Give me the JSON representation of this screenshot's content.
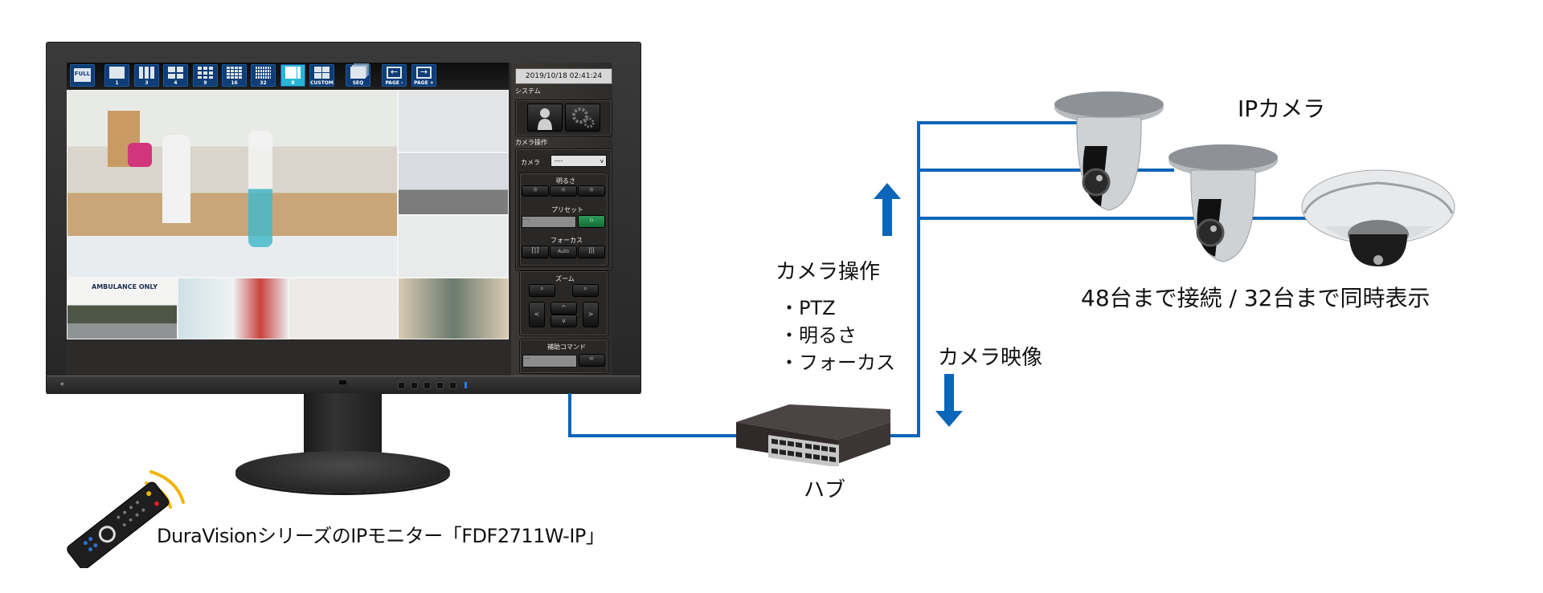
{
  "monitor": {
    "toolbar": {
      "buttons": [
        {
          "id": "full",
          "label": "FULL"
        },
        {
          "id": "layout-1",
          "label": "1"
        },
        {
          "id": "layout-3",
          "label": "3"
        },
        {
          "id": "layout-4",
          "label": "4"
        },
        {
          "id": "layout-9",
          "label": "9"
        },
        {
          "id": "layout-16",
          "label": "16"
        },
        {
          "id": "layout-32",
          "label": "32"
        },
        {
          "id": "layout-8",
          "label": "8",
          "active": true
        },
        {
          "id": "custom",
          "label": "CUSTOM"
        },
        {
          "id": "seq",
          "label": "SEQ"
        },
        {
          "id": "page-prev",
          "label": "PAGE -"
        },
        {
          "id": "page-next",
          "label": "PAGE +"
        }
      ],
      "accent": "#29b6d6",
      "button_color": "#0e3d77"
    },
    "video_feeds": {
      "main_scene": "hospital reception",
      "sign_text": "AMBULANCE ONLY",
      "tile_count": 8
    },
    "panel": {
      "datetime": "2019/10/18 02:41:24",
      "system_label": "システム",
      "system_buttons": [
        "user-icon",
        "gear-icon"
      ],
      "camera_ops_label": "カメラ操作",
      "camera_label": "カメラ",
      "camera_select_value": "----",
      "brightness_label": "明るさ",
      "preset_label": "プリセット",
      "preset_value": "----",
      "focus_label": "フォーカス",
      "focus_auto": "Auto",
      "zoom_label": "ズーム",
      "aux_label": "補助コマンド",
      "aux_value": "----",
      "nav_up": "^",
      "nav_down": "v",
      "nav_left": "<",
      "nav_right": ">"
    },
    "caption": "DuraVisionシリーズのIPモニター「FDF2711W-IP」"
  },
  "diagram": {
    "hub_label": "ハブ",
    "upstream_label": "カメラ操作",
    "upstream_items": [
      "・PTZ",
      "・明るさ",
      "・フォーカス"
    ],
    "downstream_label": "カメラ映像",
    "cameras_label": "IPカメラ",
    "cameras_caption": "48台まで接続 / 32台まで同時表示",
    "cable_color": "#0b65b8",
    "signal_color": "#f0b400"
  }
}
